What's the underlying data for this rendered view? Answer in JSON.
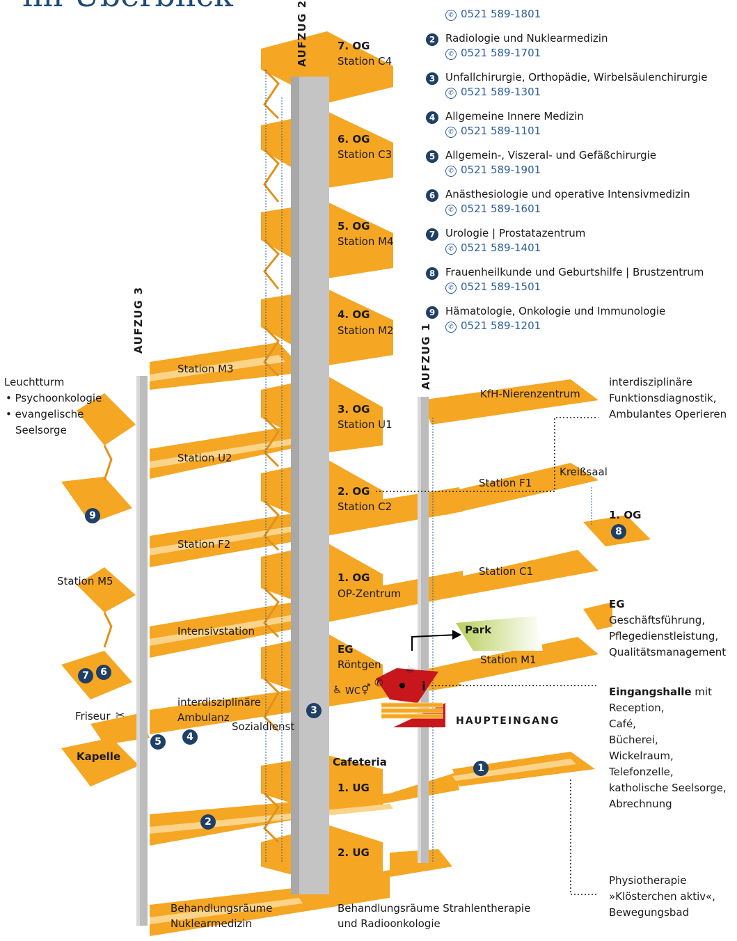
{
  "title": "im Überblick",
  "departments": [
    {
      "num": "1",
      "name": "",
      "phone": "0521 589-1801"
    },
    {
      "num": "2",
      "name": "Radiologie und Nuklearmedizin",
      "phone": "0521 589-1701"
    },
    {
      "num": "3",
      "name": "Unfallchirurgie, Orthopädie, Wirbelsäulenchirurgie",
      "phone": "0521 589-1301"
    },
    {
      "num": "4",
      "name": "Allgemeine Innere Medizin",
      "phone": "0521 589-1101"
    },
    {
      "num": "5",
      "name": "Allgemein-, Viszeral- und Gefäßchirurgie",
      "phone": "0521 589-1901"
    },
    {
      "num": "6",
      "name": "Anästhesiologie und operative Intensivmedizin",
      "phone": "0521 589-1601"
    },
    {
      "num": "7",
      "name": "Urologie | Prostatazentrum",
      "phone": "0521 589-1401"
    },
    {
      "num": "8",
      "name": "Frauenheilkunde und Geburtshilfe | Brustzentrum",
      "phone": "0521 589-1501"
    },
    {
      "num": "9",
      "name": "Hämatologie, Onkologie und Immunologie",
      "phone": "0521 589-1201"
    }
  ],
  "elevators": {
    "a1": "AUFZUG 1",
    "a2": "AUFZUG 2",
    "a3": "AUFZUG 3"
  },
  "floors": {
    "og7": {
      "floor": "7. OG",
      "station": "Station C4"
    },
    "og6": {
      "floor": "6. OG",
      "station": "Station C3"
    },
    "og5": {
      "floor": "5. OG",
      "station": "Station M4"
    },
    "og4": {
      "floor": "4. OG",
      "station": "Station M2"
    },
    "og3": {
      "floor": "3. OG",
      "station": "Station U1"
    },
    "og2": {
      "floor": "2. OG",
      "station": "Station C2"
    },
    "og1": {
      "floor": "1. OG",
      "station": "OP-Zentrum"
    },
    "eg": {
      "floor": "EG",
      "station": "Röntgen"
    },
    "ug1": {
      "floor": "1. UG",
      "station": "Cafeteria"
    },
    "ug2": {
      "floor": "2. UG"
    }
  },
  "wing_left": {
    "m3": "Station M3",
    "u2": "Station U2",
    "f2": "Station F2",
    "intensiv": "Intensivstation",
    "ambulanz1": "interdisziplinäre",
    "ambulanz2": "Ambulanz",
    "sozial": "Sozialdienst",
    "beh1": "Behandlungsräume",
    "beh2": "Nuklearmedizin"
  },
  "wing_right": {
    "kfh": "KfH-Nierenzentrum",
    "f1": "Station F1",
    "kreiss": "Kreißsaal",
    "c1": "Station C1",
    "m1": "Station M1",
    "strahl1": "Behandlungsräume Strahlentherapie",
    "strahl2": "und Radioonkologie"
  },
  "far_left": {
    "leucht": "Leuchtturm",
    "psycho": "Psychoonkologie",
    "evang1": "evangelische",
    "evang2": "Seelsorge",
    "m5": "Station M5",
    "friseur": "Friseur",
    "kapelle": "Kapelle"
  },
  "far_right": {
    "funk1": "interdisziplinäre",
    "funk2": "Funktionsdiagnostik,",
    "funk3": "Ambulantes Operieren",
    "og1": "1. OG",
    "eg": "EG",
    "gf1": "Geschäftsführung,",
    "gf2": "Pflegedienstleistung,",
    "gf3": "Qualitätsmanagement"
  },
  "entrance": {
    "park": "Park",
    "haupt": "HAUPTEINGANG",
    "wc": "WC",
    "halle_b": "Eingangshalle",
    "halle_rest": " mit",
    "lines": [
      "Reception,",
      "Café,",
      "Bücherei,",
      "Wickelraum,",
      "Telefonzelle,",
      "katholische Seelsorge,",
      "Abrechnung"
    ]
  },
  "physio": [
    "Physiotherapie",
    "»Klösterchen aktiv«,",
    "Bewegungsbad"
  ],
  "colors": {
    "slab": "#f5a623",
    "slab_light": "#fbd48a",
    "shaft": "#bcbcbc",
    "navy": "#1f3f66",
    "red": "#c8161d",
    "phone": "#2a5d9f"
  }
}
